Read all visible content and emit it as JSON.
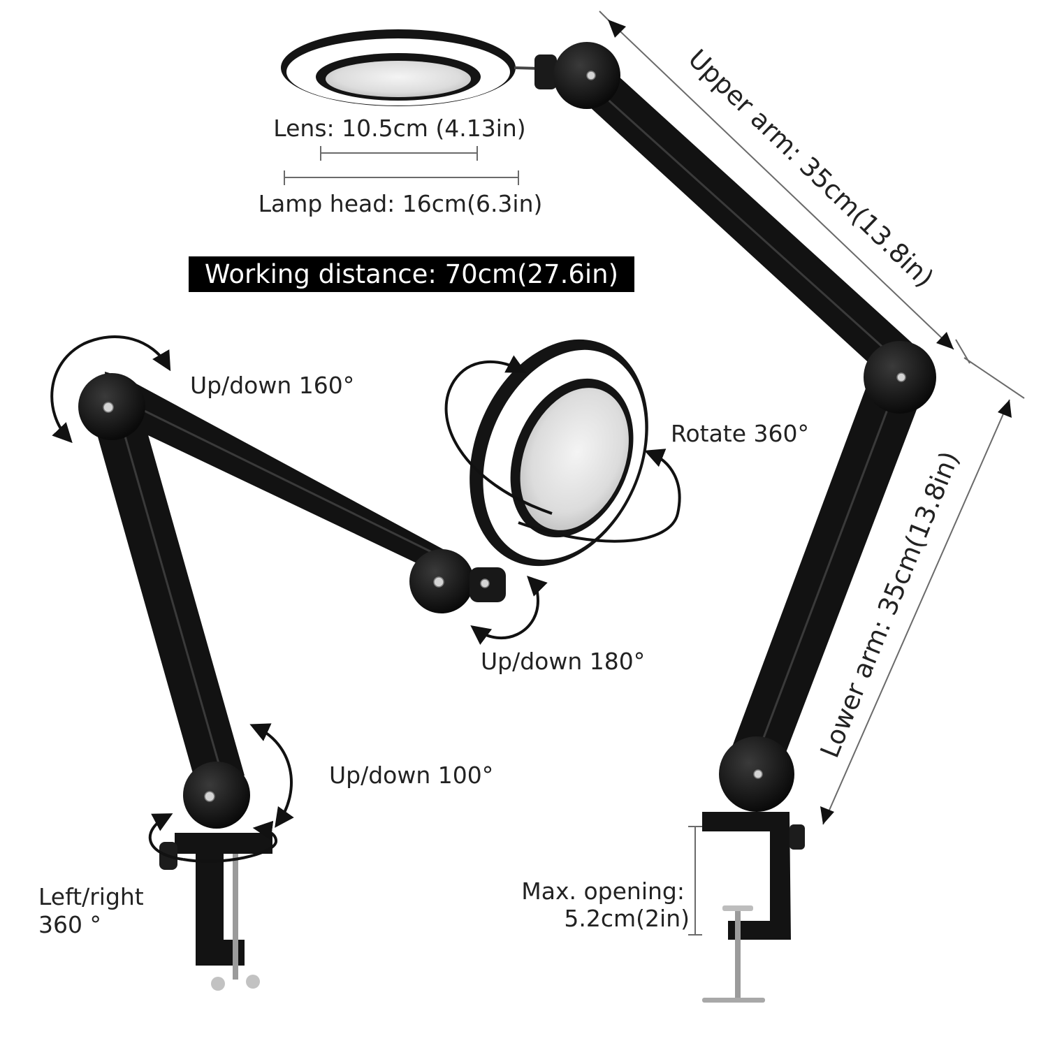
{
  "labels": {
    "lens": "Lens: 10.5cm (4.13in)",
    "lamp_head": "Lamp head: 16cm(6.3in)",
    "working_distance": "Working distance: 70cm(27.6in)",
    "up_down_160": "Up/down 160°",
    "rotate_360": "Rotate 360°",
    "up_down_180": "Up/down 180°",
    "up_down_100": "Up/down 100°",
    "left_right_line1": "Left/right",
    "left_right_line2": "360 °",
    "max_opening_line1": "Max. opening:",
    "max_opening_line2": "5.2cm(2in)",
    "upper_arm": "Upper arm: 35cm(13.8in)",
    "lower_arm": "Lower arm: 35cm(13.8in)"
  },
  "colors": {
    "lamp_body": "#121212",
    "badge_background": "#000000",
    "badge_text": "#ffffff",
    "label_text": "#222222",
    "dimension_line": "#6a6a6a"
  }
}
